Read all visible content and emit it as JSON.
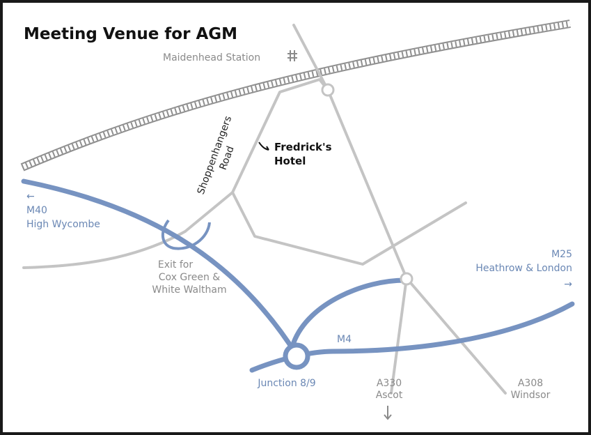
{
  "title": "Meeting Venue for AGM",
  "colors": {
    "motorway": "#7793c1",
    "road": "#c4c4c4",
    "rail": "#8f8f8f",
    "label_grey": "#8a8a8a",
    "label_blue": "#6a87b4",
    "border": "#1a1a1a"
  },
  "labels": {
    "station": "Maidenhead Station",
    "road_name_line1": "Shoppenhangers",
    "road_name_line2": "Road",
    "hotel_line1": "Fredrick's",
    "hotel_line2": "Hotel",
    "m40_arrow": "←",
    "m40_line1": "M40",
    "m40_line2": "High Wycombe",
    "exit_line1": "Exit for",
    "exit_line2": "Cox Green &",
    "exit_line3": "White Waltham",
    "m25_line1": "M25",
    "m25_line2": "Heathrow & London",
    "m25_arrow": "→",
    "m4": "M4",
    "junction": "Junction 8/9",
    "a330_line1": "A330",
    "a330_line2": "Ascot",
    "a308_line1": "A308",
    "a308_line2": "Windsor"
  },
  "icons": {
    "station": "rail-station-icon",
    "hotel_pointer": "curved-arrow-icon",
    "ascot_arrow": "down-arrow-icon"
  }
}
